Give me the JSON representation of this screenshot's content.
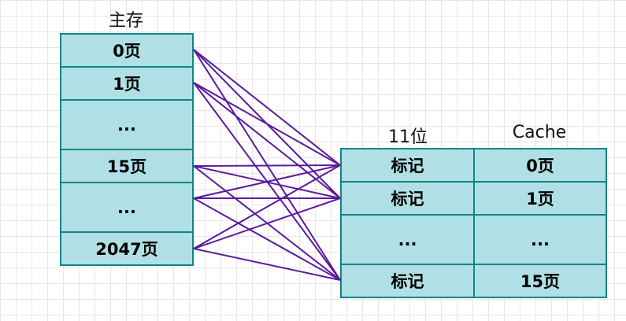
{
  "colors": {
    "fill": "#b0e0e6",
    "border": "#0e8585",
    "line": "#5a1a9c"
  },
  "main_memory": {
    "title": "主存",
    "rows": [
      "0页",
      "1页",
      "...",
      "15页",
      "...",
      "2047页"
    ]
  },
  "cache": {
    "tag_title": "11位",
    "cache_title": "Cache",
    "tag_rows": [
      "标记",
      "标记",
      "...",
      "标记"
    ],
    "page_rows": [
      "0页",
      "1页",
      "...",
      "15页"
    ]
  }
}
